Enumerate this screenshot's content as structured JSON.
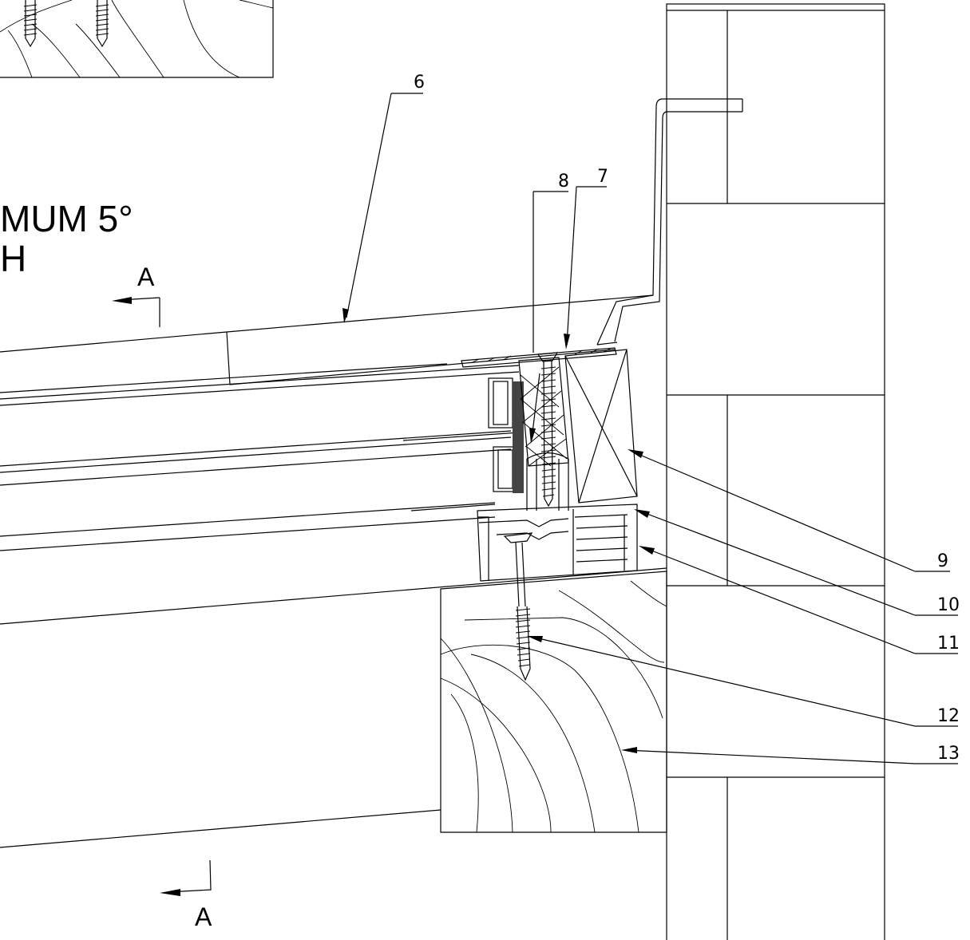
{
  "drawing": {
    "pitch_note_line1": "MUM 5°",
    "pitch_note_line2": "H",
    "section_marker_top": "A",
    "section_marker_bottom": "A"
  },
  "callouts": {
    "c6": "6",
    "c7": "7",
    "c8": "8",
    "c9": "9",
    "c10": "10",
    "c11": "11",
    "c12": "12",
    "c13": "13"
  },
  "colors": {
    "line": "#000000",
    "background": "#ffffff",
    "seal_fill": "#444444"
  }
}
